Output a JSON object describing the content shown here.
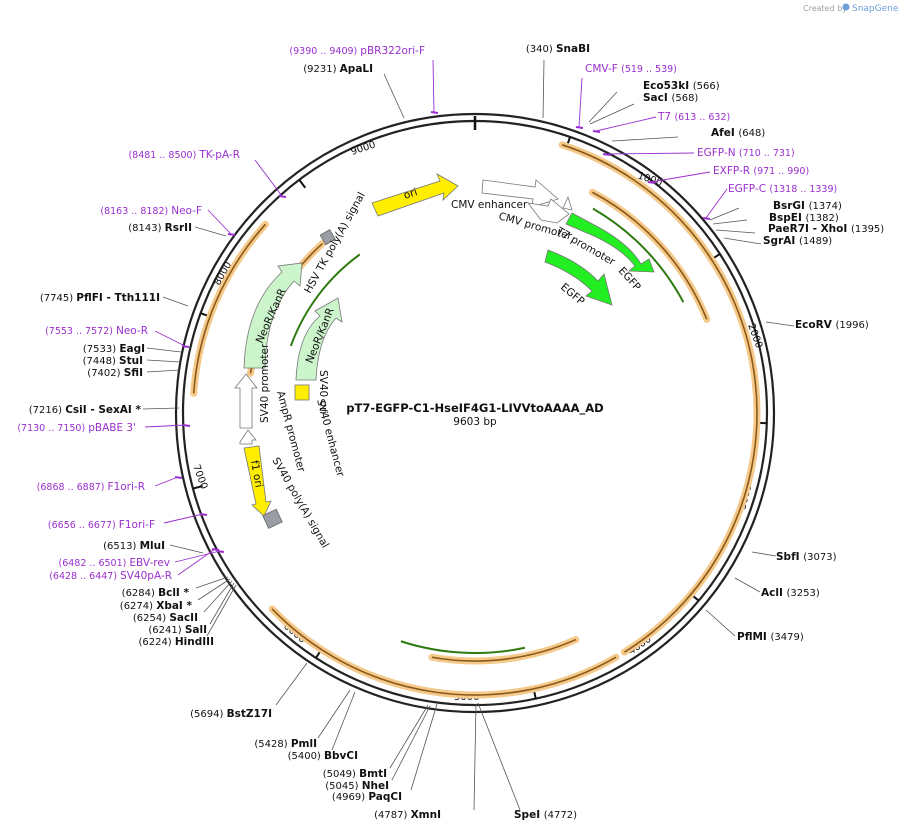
{
  "plasmid": {
    "name": "pT7-EGFP-C1-HseIF4G1-LIVVtoAAAA_AD",
    "size_label": "9603 bp"
  },
  "credit": {
    "prefix": "Created by",
    "brand": "SnapGene"
  },
  "ticks": [
    "1000",
    "2000",
    "3000",
    "4000",
    "5000",
    "6000",
    "7000",
    "8000",
    "9000"
  ],
  "sites": [
    {
      "pos": "(340)",
      "name": "SnaBI"
    },
    {
      "pos": "(566)",
      "name": "Eco53kI"
    },
    {
      "pos": "(568)",
      "name": "SacI"
    },
    {
      "pos": "(648)",
      "name": "AfeI"
    },
    {
      "pos": "(1374)",
      "name": "BsrGI"
    },
    {
      "pos": "(1382)",
      "name": "BspEI"
    },
    {
      "pos": "(1395)",
      "name": "PaeR7I - XhoI"
    },
    {
      "pos": "(1489)",
      "name": "SgrAI"
    },
    {
      "pos": "(1996)",
      "name": "EcoRV"
    },
    {
      "pos": "(3073)",
      "name": "SbfI"
    },
    {
      "pos": "(3253)",
      "name": "AclI"
    },
    {
      "pos": "(3479)",
      "name": "PflMI"
    },
    {
      "pos": "(4772)",
      "name": "SpeI"
    },
    {
      "pos": "(4787)",
      "name": "XmnI"
    },
    {
      "pos": "(4969)",
      "name": "PaqCI"
    },
    {
      "pos": "(5045)",
      "name": "NheI"
    },
    {
      "pos": "(5049)",
      "name": "BmtI"
    },
    {
      "pos": "(5400)",
      "name": "BbvCI"
    },
    {
      "pos": "(5428)",
      "name": "PmlI"
    },
    {
      "pos": "(5694)",
      "name": "BstZ17I"
    },
    {
      "pos": "(6224)",
      "name": "HindIII"
    },
    {
      "pos": "(6241)",
      "name": "SalI"
    },
    {
      "pos": "(6254)",
      "name": "SacII"
    },
    {
      "pos": "(6274)",
      "name": "XbaI *"
    },
    {
      "pos": "(6284)",
      "name": "BclI *"
    },
    {
      "pos": "(6513)",
      "name": "MluI"
    },
    {
      "pos": "(7216)",
      "name": "CsiI - SexAI *"
    },
    {
      "pos": "(7402)",
      "name": "SfiI"
    },
    {
      "pos": "(7448)",
      "name": "StuI"
    },
    {
      "pos": "(7533)",
      "name": "EagI"
    },
    {
      "pos": "(7745)",
      "name": "PflFI - Tth111I"
    },
    {
      "pos": "(8143)",
      "name": "RsrII"
    },
    {
      "pos": "(9231)",
      "name": "ApaLI"
    }
  ],
  "primers": [
    {
      "range": "(9390 .. 9409)",
      "name": "pBR322ori-F"
    },
    {
      "range": "(519 .. 539)",
      "name": "CMV-F"
    },
    {
      "range": "(613 .. 632)",
      "name": "T7"
    },
    {
      "range": "(710 .. 731)",
      "name": "EGFP-N"
    },
    {
      "range": "(971 .. 990)",
      "name": "EXFP-R"
    },
    {
      "range": "(1318 .. 1339)",
      "name": "EGFP-C"
    },
    {
      "range": "(8481 .. 8500)",
      "name": "TK-pA-R"
    },
    {
      "range": "(8163 .. 8182)",
      "name": "Neo-F"
    },
    {
      "range": "(7553 .. 7572)",
      "name": "Neo-R"
    },
    {
      "range": "(7130 .. 7150)",
      "name": "pBABE 3'"
    },
    {
      "range": "(6868 .. 6887)",
      "name": "F1ori-R"
    },
    {
      "range": "(6656 .. 6677)",
      "name": "F1ori-F"
    },
    {
      "range": "(6482 .. 6501)",
      "name": "EBV-rev"
    },
    {
      "range": "(6428 .. 6447)",
      "name": "SV40pA-R"
    }
  ],
  "features": {
    "ori": "ori",
    "cmv_enhancer": "CMV enhancer",
    "cmv_promoter": "CMV promoter",
    "t7_promoter": "T7 promoter",
    "egfp_1": "EGFP",
    "egfp_2": "EGFP",
    "hsv_tk": "HSV TK poly(A) signal",
    "neokanr_1": "NeoR/KanR",
    "neokanr_2": "NeoR/KanR",
    "sv40_promoter": "SV40 promoter",
    "ampr_promoter": "AmpR promoter",
    "sv40_ori": "SV40 ori",
    "sv40_enhancer": "SV40 enhancer",
    "f1_ori": "f1 ori",
    "sv40_polya": "SV40 poly(A) signal"
  },
  "colors": {
    "backbone": "#222222",
    "orf_highlight": "#f5c98a",
    "orf_arrow": "#8a5a1a",
    "primer": "#9b2fcf",
    "egfp": "#22ee22",
    "origin": "#ffee00",
    "marker": "#ccf5cc",
    "promoter": "#ffffff",
    "terminator": "#9a9ea4",
    "inner_arrow": "#2d7a10"
  }
}
